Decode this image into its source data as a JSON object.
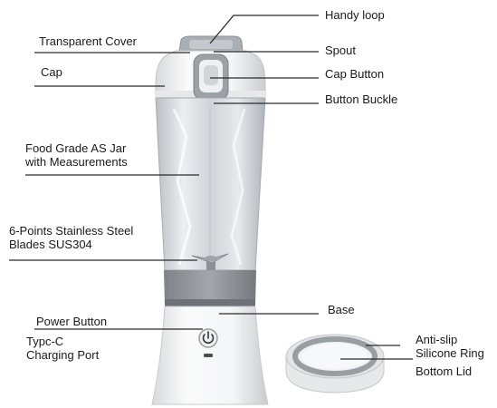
{
  "labels": {
    "handy_loop": "Handy loop",
    "transparent_cover": "Transparent Cover",
    "spout": "Spout",
    "cap": "Cap",
    "cap_button": "Cap Button",
    "button_buckle": "Button Buckle",
    "jar_line1": "Food Grade AS Jar",
    "jar_line2": "with Measurements",
    "blades_line1": "6-Points Stainless Steel",
    "blades_line2": "Blades SUS304",
    "base": "Base",
    "power_button": "Power Button",
    "port_line1": "Typc-C",
    "port_line2": "Charging Port",
    "anti_slip": "Anti-slip",
    "silicone_ring": "Silicone Ring",
    "bottom_lid": "Bottom Lid"
  },
  "icons": {
    "power": "power-icon"
  },
  "colors": {
    "text": "#1a1a1a",
    "line": "#2a2a2a",
    "jar_glass": "#d9dde1",
    "base_white": "#f4f5f6",
    "accent_grey": "#8e9196"
  }
}
